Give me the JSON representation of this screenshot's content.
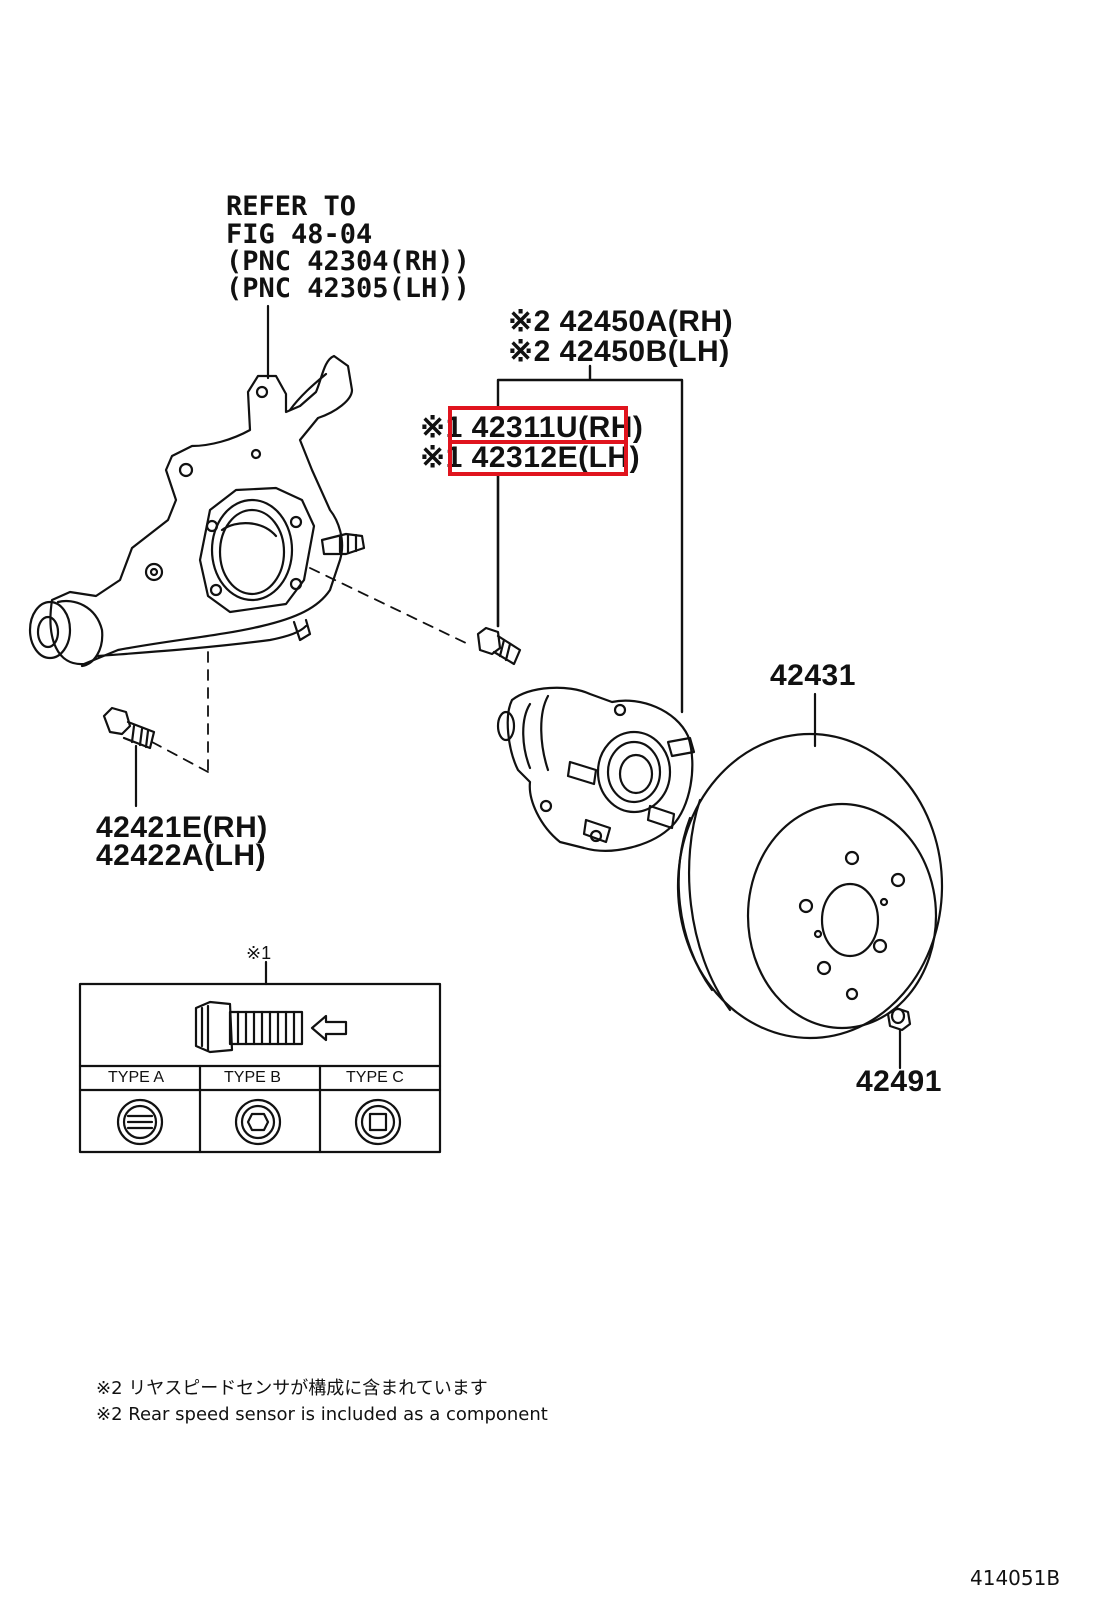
{
  "refer": {
    "line1": "REFER TO",
    "line2": "FIG 48-04",
    "line3": "(PNC 42304(RH))",
    "line4": "(PNC 42305(LH))"
  },
  "hub_assembly": {
    "rh": "※2 42450A(RH)",
    "lh": "※2 42450B(LH)"
  },
  "hub_bolt": {
    "rh": "※1 42311U(RH)",
    "lh": "※1 42312E(LH)",
    "highlight_color": "#e0141e"
  },
  "knuckle_bolt": {
    "rh": "42421E(RH)",
    "lh": "42422A(LH)"
  },
  "disc_part": "42431",
  "plug_part": "42491",
  "inset": {
    "mark": "※1",
    "type_a": "TYPE A",
    "type_b": "TYPE B",
    "type_c": "TYPE C"
  },
  "notes": {
    "jp": "※2 リヤスピードセンサが構成に含まれています",
    "en": "※2 Rear speed sensor is included as a component"
  },
  "figure_id": "414051B"
}
